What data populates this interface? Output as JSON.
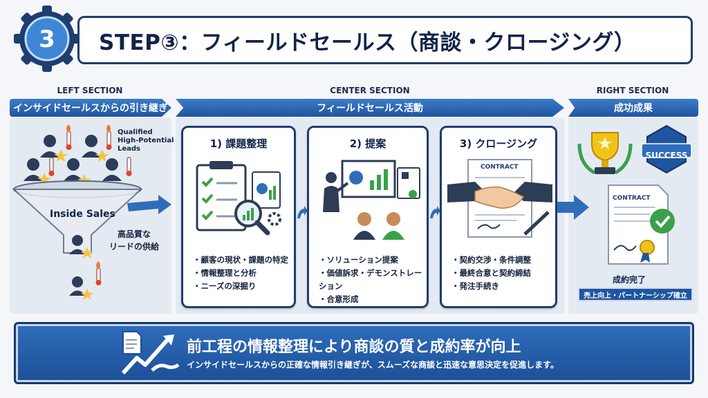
{
  "header": {
    "step_number": "3",
    "title": "STEP③：フィールドセールス（商談・クロージング）"
  },
  "sections": {
    "left": {
      "label": "LEFT SECTION",
      "banner": "インサイドセールスからの引き継ぎ",
      "qualified": [
        "Qualified",
        "High-Potential",
        "Leads"
      ],
      "funnel_label": "Inside Sales",
      "supply": [
        "高品質な",
        "リードの供給"
      ]
    },
    "center": {
      "label": "CENTER SECTION",
      "banner": "フィールドセールス活動",
      "cards": [
        {
          "title": "1) 課題整理",
          "bullets": [
            "顧客の現状・課題の特定",
            "情報整理と分析",
            "ニーズの深掘り"
          ]
        },
        {
          "title": "2) 提案",
          "bullets": [
            "ソリューション提案",
            "価値訴求・デモンストレーション",
            "合意形成"
          ]
        },
        {
          "title": "3) クロージング",
          "contract_label": "CONTRACT",
          "bullets": [
            "契約交渉・条件調整",
            "最終合意と契約締結",
            "発注手続き"
          ]
        }
      ]
    },
    "right": {
      "label": "RIGHT SECTION",
      "banner": "成功成果",
      "success_badge": "SUCCESS",
      "contract_label": "CONTRACT",
      "completed": "成約完了",
      "ribbon": "売上向上・パートナーシップ確立"
    }
  },
  "bottom": {
    "main": "前工程の情報整理により商談の質と成約率が向上",
    "sub": "インサイドセールスからの正確な情報引き継ぎが、スムーズな商談と迅速な意思決定を促進します。"
  },
  "colors": {
    "navy": "#1f3d6e",
    "accent_blue": "#2f6dbb",
    "gold": "#f2c21b",
    "green_check": "#3aa14a",
    "flame_red": "#e0452a"
  }
}
